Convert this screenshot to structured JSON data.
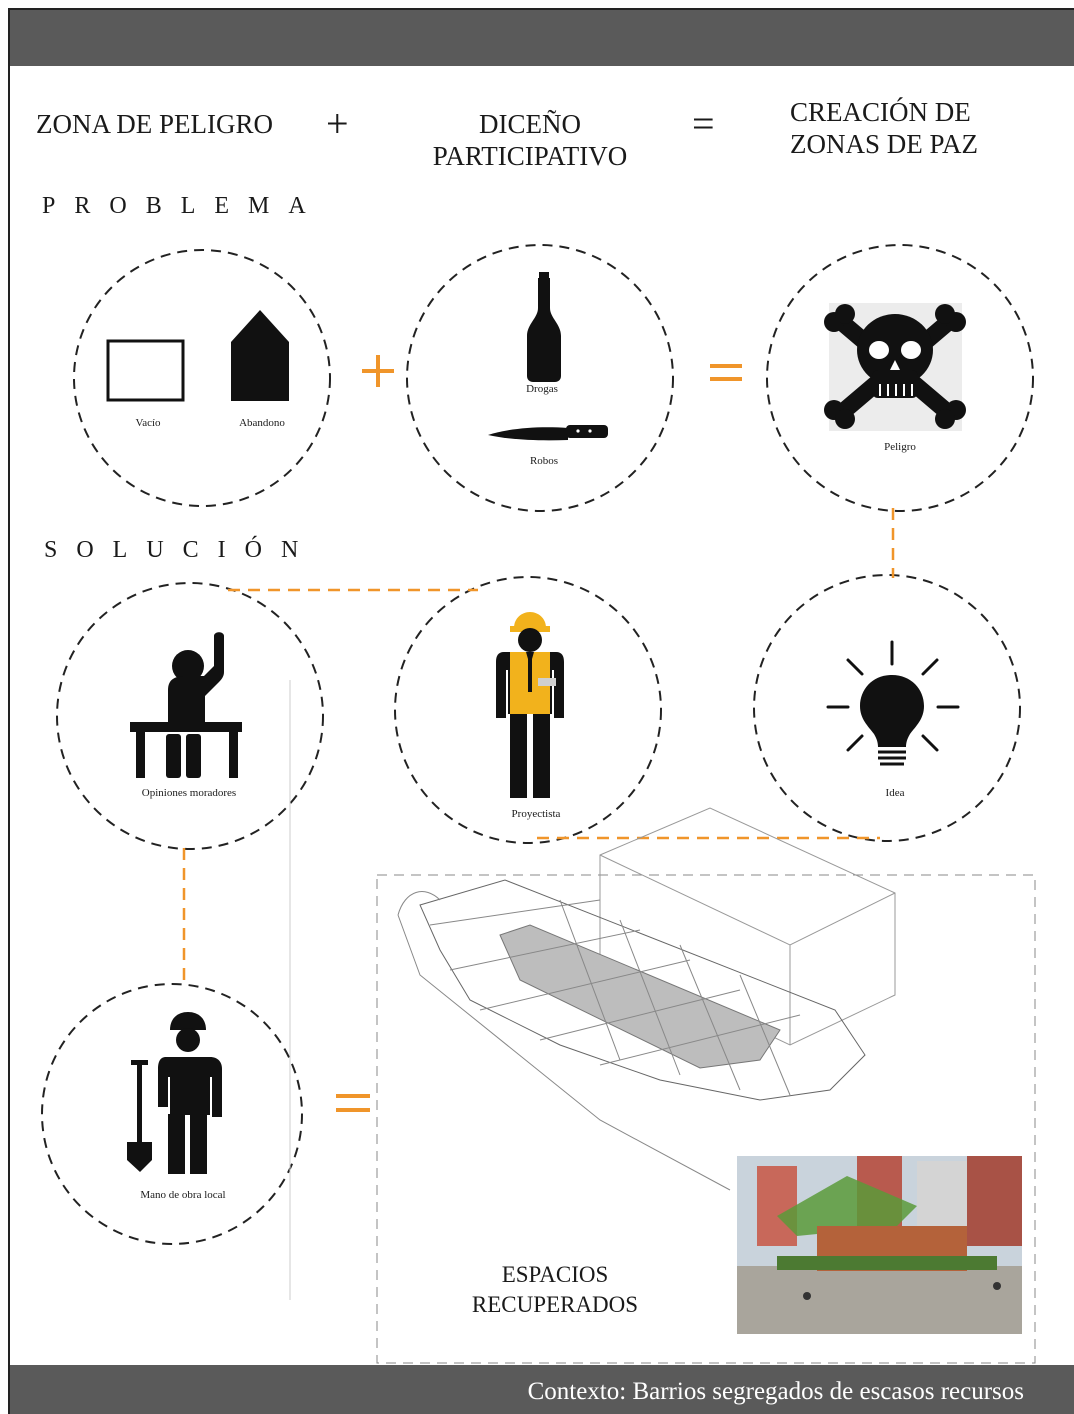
{
  "header": {
    "term1": "ZONA DE PELIGRO",
    "plus": "+",
    "term2_line1": "DICEÑO",
    "term2_line2": "PARTICIPATIVO",
    "equals": "=",
    "result_line1": "CREACIÓN DE",
    "result_line2": "ZONAS DE PAZ"
  },
  "problem": {
    "title": "PROBLEMA",
    "vacio": "Vacío",
    "abandono": "Abandono",
    "drogas": "Drogas",
    "robos": "Robos",
    "peligro": "Peligro",
    "plus": "+",
    "equals": "="
  },
  "solution": {
    "title": "SOLUCIÓN",
    "opiniones": "Opiniones moradores",
    "proyectista": "Proyectista",
    "idea": "Idea",
    "mano_obra": "Mano de obra local",
    "equals": "=",
    "result_line1": "ESPACIOS",
    "result_line2": "RECUPERADOS"
  },
  "footer": {
    "text": "Contexto: Barrios segregados de escasos recursos"
  },
  "colors": {
    "accent": "#f0952a",
    "bar": "#5a5a5a",
    "ink": "#111111"
  },
  "icons": [
    "empty-square-icon",
    "house-icon",
    "bottle-icon",
    "knife-icon",
    "skull-icon",
    "person-hand-raised-icon",
    "worker-vest-icon",
    "lightbulb-icon",
    "worker-shovel-icon"
  ]
}
